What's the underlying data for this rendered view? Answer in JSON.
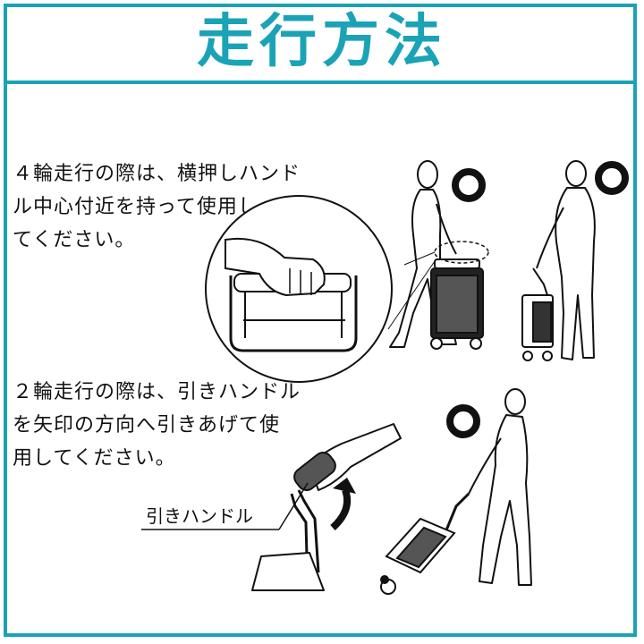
{
  "title": "走行方法",
  "colors": {
    "accent": "#1aa3b6",
    "text": "#111111"
  },
  "section_four_wheel": {
    "lines": [
      "４輪走行の際は、横押しハンド",
      "ル中心付近を持って使用し",
      "てください。"
    ],
    "marks": [
      "correct-mark",
      "correct-mark"
    ]
  },
  "section_two_wheel": {
    "lines": [
      "２輪走行の際は、引きハンドル",
      "を矢印の方向へ引きあげて使",
      "用してください。"
    ],
    "callout_label": "引きハンドル",
    "marks": [
      "correct-mark"
    ],
    "icons": [
      "up-curved-arrow-icon"
    ]
  }
}
